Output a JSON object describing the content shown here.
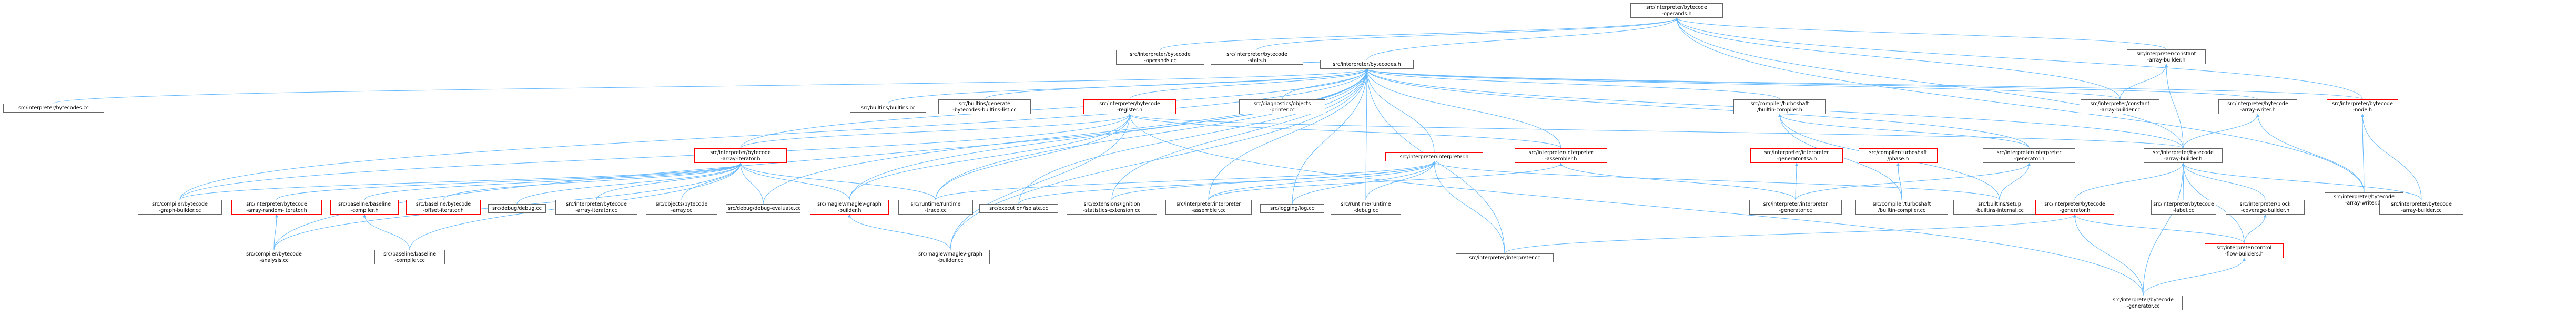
{
  "colors": {
    "edge": "#63b8ff",
    "node_border": "#666666",
    "highlight_border": "#ff0000",
    "root_fill": "#9a9a9a"
  },
  "nodes": {
    "operands_h": {
      "lines": [
        "src/interpreter/bytecode",
        "-operands.h"
      ],
      "style": "root"
    },
    "operands_cc": {
      "lines": [
        "src/interpreter/bytecode",
        "-operands.cc"
      ]
    },
    "stats_h": {
      "lines": [
        "src/interpreter/bytecode",
        "-stats.h"
      ]
    },
    "bytecodes_h": {
      "lines": [
        "src/interpreter/bytecodes.h"
      ]
    },
    "constant_array_builder_h": {
      "lines": [
        "src/interpreter/constant",
        "-array-builder.h"
      ]
    },
    "bytecodes_cc": {
      "lines": [
        "src/interpreter/bytecodes.cc"
      ]
    },
    "builtins_cc": {
      "lines": [
        "src/builtins/builtins.cc"
      ]
    },
    "builtins_bytecodes_list_cc": {
      "lines": [
        "src/builtins/generate",
        "-bytecodes-builtins-list.cc"
      ]
    },
    "register_h": {
      "lines": [
        "src/interpreter/bytecode",
        "-register.h"
      ],
      "style": "red"
    },
    "objects_printer_cc": {
      "lines": [
        "src/diagnostics/objects",
        "-printer.cc"
      ]
    },
    "builtin_compiler_h": {
      "lines": [
        "src/compiler/turboshaft",
        "/builtin-compiler.h"
      ]
    },
    "constant_array_builder_cc": {
      "lines": [
        "src/interpreter/constant",
        "-array-builder.cc"
      ]
    },
    "array_writer_h": {
      "lines": [
        "src/interpreter/bytecode",
        "-array-writer.h"
      ]
    },
    "node_h": {
      "lines": [
        "src/interpreter/bytecode",
        "-node.h"
      ],
      "style": "red"
    },
    "array_iterator_h": {
      "lines": [
        "src/interpreter/bytecode",
        "-array-iterator.h"
      ],
      "style": "red"
    },
    "interpreter_h": {
      "lines": [
        "src/interpreter/interpreter.h"
      ],
      "style": "red"
    },
    "interp_assembler_h": {
      "lines": [
        "src/interpreter/interpreter",
        "-assembler.h"
      ],
      "style": "red"
    },
    "generator_tsa_h": {
      "lines": [
        "src/interpreter/interpreter",
        "-generator-tsa.h"
      ],
      "style": "red"
    },
    "phase_h": {
      "lines": [
        "src/compiler/turboshaft",
        "/phase.h"
      ],
      "style": "red"
    },
    "interp_generator_h": {
      "lines": [
        "src/interpreter/interpreter",
        "-generator.h"
      ]
    },
    "array_builder_h": {
      "lines": [
        "src/interpreter/bytecode",
        "-array-builder.h"
      ]
    },
    "array_writer_cc": {
      "lines": [
        "src/interpreter/bytecode",
        "-array-writer.cc"
      ]
    },
    "graph_builder_cc": {
      "lines": [
        "src/compiler/bytecode",
        "-graph-builder.cc"
      ]
    },
    "random_iterator_h": {
      "lines": [
        "src/interpreter/bytecode",
        "-array-random-iterator.h"
      ],
      "style": "red"
    },
    "baseline_compiler_h": {
      "lines": [
        "src/baseline/baseline",
        "-compiler.h"
      ],
      "style": "red"
    },
    "offset_iterator_h": {
      "lines": [
        "src/baseline/bytecode",
        "-offset-iterator.h"
      ],
      "style": "red"
    },
    "debug_cc": {
      "lines": [
        "src/debug/debug.cc"
      ]
    },
    "array_iterator_cc": {
      "lines": [
        "src/interpreter/bytecode",
        "-array-iterator.cc"
      ]
    },
    "objects_array_cc": {
      "lines": [
        "src/objects/bytecode",
        "-array.cc"
      ]
    },
    "debug_evaluate_cc": {
      "lines": [
        "src/debug/debug-evaluate.cc"
      ]
    },
    "maglev_graph_builder_h": {
      "lines": [
        "src/maglev/maglev-graph",
        "-builder.h"
      ],
      "style": "red"
    },
    "runtime_trace_cc": {
      "lines": [
        "src/runtime/runtime",
        "-trace.cc"
      ]
    },
    "isolate_cc": {
      "lines": [
        "src/execution/isolate.cc"
      ]
    },
    "ignition_stats_cc": {
      "lines": [
        "src/extensions/ignition",
        "-statistics-extension.cc"
      ]
    },
    "interp_assembler_cc": {
      "lines": [
        "src/interpreter/interpreter",
        "-assembler.cc"
      ]
    },
    "log_cc": {
      "lines": [
        "src/logging/log.cc"
      ]
    },
    "runtime_debug_cc": {
      "lines": [
        "src/runtime/runtime",
        "-debug.cc"
      ]
    },
    "interp_generator_cc": {
      "lines": [
        "src/interpreter/interpreter",
        "-generator.cc"
      ]
    },
    "builtin_compiler_cc": {
      "lines": [
        "src/compiler/turboshaft",
        "/builtin-compiler.cc"
      ]
    },
    "setup_builtins_cc": {
      "lines": [
        "src/builtins/setup",
        "-builtins-internal.cc"
      ]
    },
    "bytecode_generator_h": {
      "lines": [
        "src/interpreter/bytecode",
        "-generator.h"
      ],
      "style": "red"
    },
    "label_cc": {
      "lines": [
        "src/interpreter/bytecode",
        "-label.cc"
      ]
    },
    "coverage_builder_h": {
      "lines": [
        "src/interpreter/block",
        "-coverage-builder.h"
      ]
    },
    "array_builder_cc": {
      "lines": [
        "src/interpreter/bytecode",
        "-array-builder.cc"
      ]
    },
    "analysis_cc": {
      "lines": [
        "src/compiler/bytecode",
        "-analysis.cc"
      ]
    },
    "baseline_compiler_cc": {
      "lines": [
        "src/baseline/baseline",
        "-compiler.cc"
      ]
    },
    "maglev_graph_builder_cc": {
      "lines": [
        "src/maglev/maglev-graph",
        "-builder.cc"
      ]
    },
    "interpreter_cc": {
      "lines": [
        "src/interpreter/interpreter.cc"
      ]
    },
    "control_flow_builders_h": {
      "lines": [
        "src/interpreter/control",
        "-flow-builders.h"
      ],
      "style": "red"
    },
    "bytecode_generator_cc": {
      "lines": [
        "src/interpreter/bytecode",
        "-generator.cc"
      ]
    }
  }
}
